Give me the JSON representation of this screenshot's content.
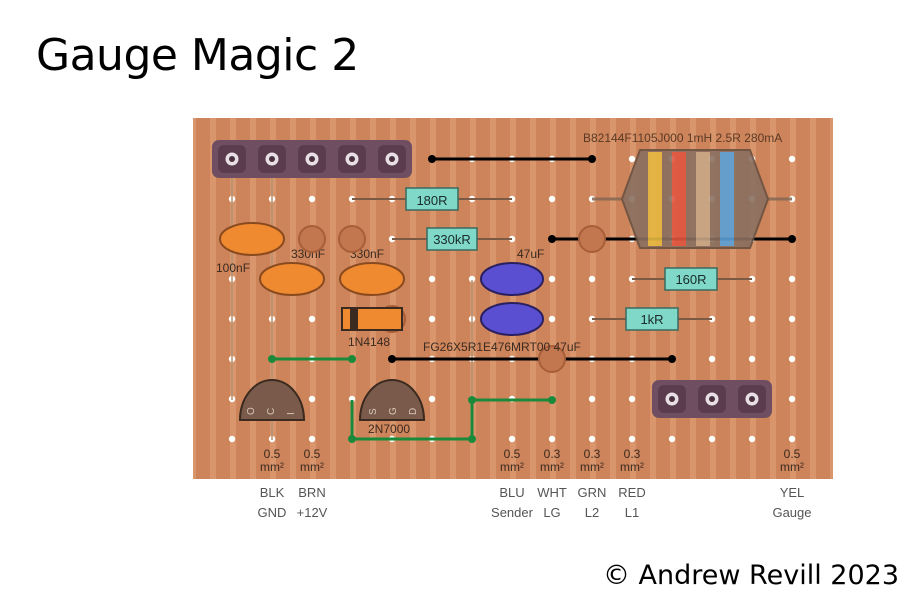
{
  "title": "Gauge Magic 2",
  "copyright": "© Andrew Revill 2023",
  "components": {
    "inductor": "B82144F1105J000 1mH 2.5R 280mA",
    "r180": "180R",
    "r330k": "330kR",
    "r160": "160R",
    "r1k": "1kR",
    "c100n": "100nF",
    "c330n_a": "330nF",
    "c330n_b": "330nF",
    "c47u_a": "47uF",
    "c47u_b": "FG26X5R1E476MRT00 47uF",
    "diode": "1N4148",
    "mosfet": "2N7000",
    "reg_pins": [
      "O",
      "C",
      "I"
    ],
    "mosfet_pins": [
      "S",
      "G",
      "D"
    ]
  },
  "wire_size_unit": "mm²",
  "wires": [
    {
      "size": "0.5",
      "color": "BLK",
      "func": "GND"
    },
    {
      "size": "0.5",
      "color": "BRN",
      "func": "+12V"
    },
    {
      "size": "0.5",
      "color": "BLU",
      "func": "Sender"
    },
    {
      "size": "0.3",
      "color": "WHT",
      "func": "LG"
    },
    {
      "size": "0.3",
      "color": "GRN",
      "func": "L2"
    },
    {
      "size": "0.3",
      "color": "RED",
      "func": "L1"
    },
    {
      "size": "0.5",
      "color": "YEL",
      "func": "Gauge"
    }
  ],
  "colors": {
    "board": "#d9966c",
    "strip": "#c2774e",
    "header": "#6e4e60",
    "resistor": "#7fd8c8",
    "ceramic_cap": "#f08a30",
    "electrolytic": "#5a4fd0",
    "semiconductor": "#7a5a4a",
    "wire_black": "#000000",
    "wire_green": "#1a8a3a"
  }
}
